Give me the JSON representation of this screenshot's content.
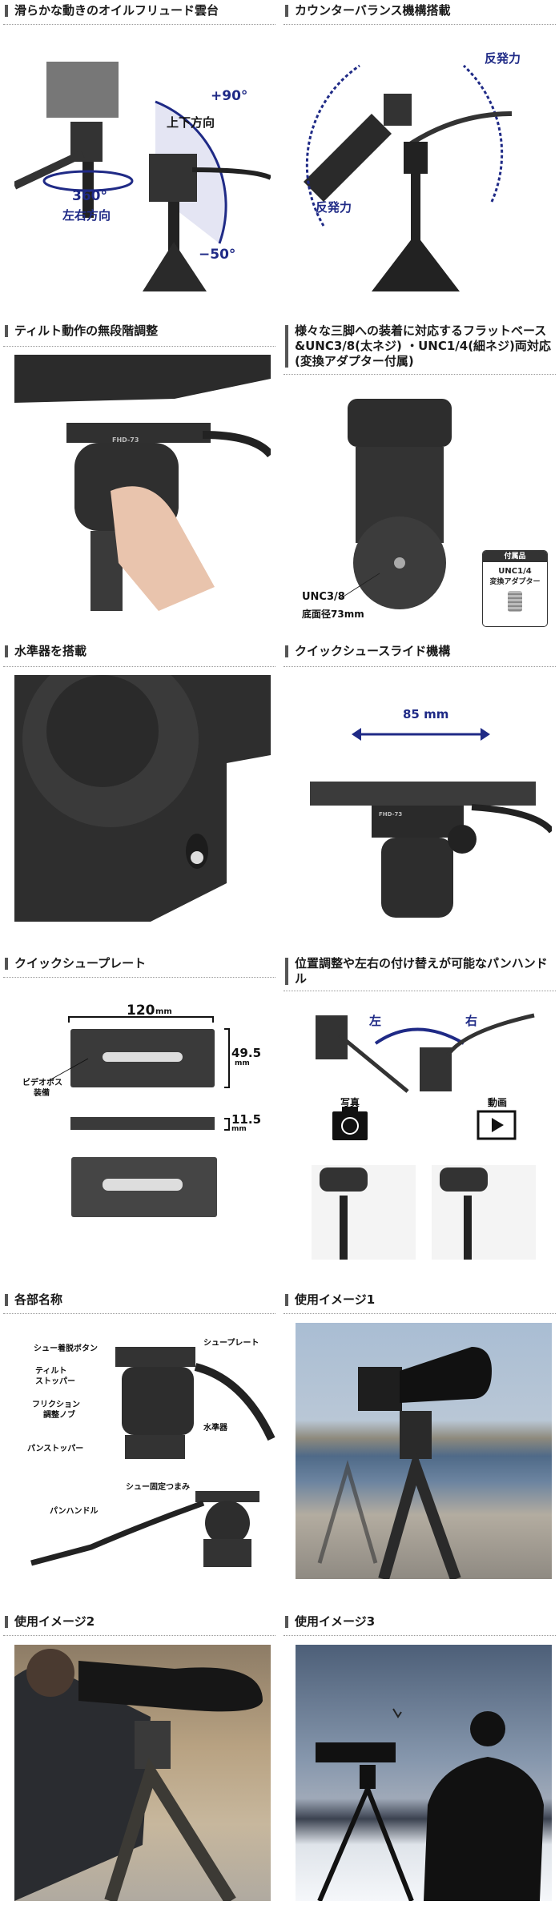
{
  "sections": [
    {
      "title": "滑らかな動きのオイルフリュード雲台",
      "labels": {
        "tilt_up": "+90°",
        "tilt_dir": "上下方向",
        "pan_deg": "360°",
        "pan_dir": "左右方向",
        "tilt_down": "−50°"
      }
    },
    {
      "title": "カウンターバランス機構搭載",
      "labels": {
        "force_top": "反発力",
        "force_bottom": "反発力"
      }
    },
    {
      "title": "ティルト動作の無段階調整",
      "labels": {
        "model": "FHD-73"
      }
    },
    {
      "title": "様々な三脚への装着に対応するフラットベース&UNC3/8(太ネジ) ・UNC1/4(細ネジ)両対応(変換アダプター付属)",
      "labels": {
        "thread": "UNC3/8",
        "diameter": "底面径73mm",
        "accessory_header": "付属品",
        "accessory_line1": "UNC1/4",
        "accessory_line2": "変換アダプター"
      }
    },
    {
      "title": "水準器を搭載",
      "labels": {}
    },
    {
      "title": "クイックシュースライド機構",
      "labels": {
        "slide": "85 mm",
        "model": "FHD-73"
      }
    },
    {
      "title": "クイックシュープレート",
      "labels": {
        "length": "120",
        "length_unit": "mm",
        "width": "49.5",
        "width_unit": "mm",
        "height": "11.5",
        "height_unit": "mm",
        "pin_line1": "ビデオボス",
        "pin_line2": "装備"
      }
    },
    {
      "title": "位置調整や左右の付け替えが可能なパンハンドル",
      "labels": {
        "left": "左",
        "right": "右",
        "photo": "写真",
        "video": "動画"
      }
    },
    {
      "title": "各部名称",
      "labels": {
        "shoe_release": "シュー着脱ボタン",
        "tilt_stopper_1": "ティルト",
        "tilt_stopper_2": "ストッパー",
        "friction_1": "フリクション",
        "friction_2": "調整ノブ",
        "pan_stopper": "パンストッパー",
        "shoe_plate": "シュープレート",
        "level": "水準器",
        "shoe_lock": "シュー固定つまみ",
        "pan_handle": "パンハンドル"
      }
    },
    {
      "title": "使用イメージ1",
      "labels": {}
    },
    {
      "title": "使用イメージ2",
      "labels": {}
    },
    {
      "title": "使用イメージ3",
      "labels": {}
    }
  ],
  "colors": {
    "accent_blue": "#1f2a86",
    "header_bar": "#555555"
  }
}
